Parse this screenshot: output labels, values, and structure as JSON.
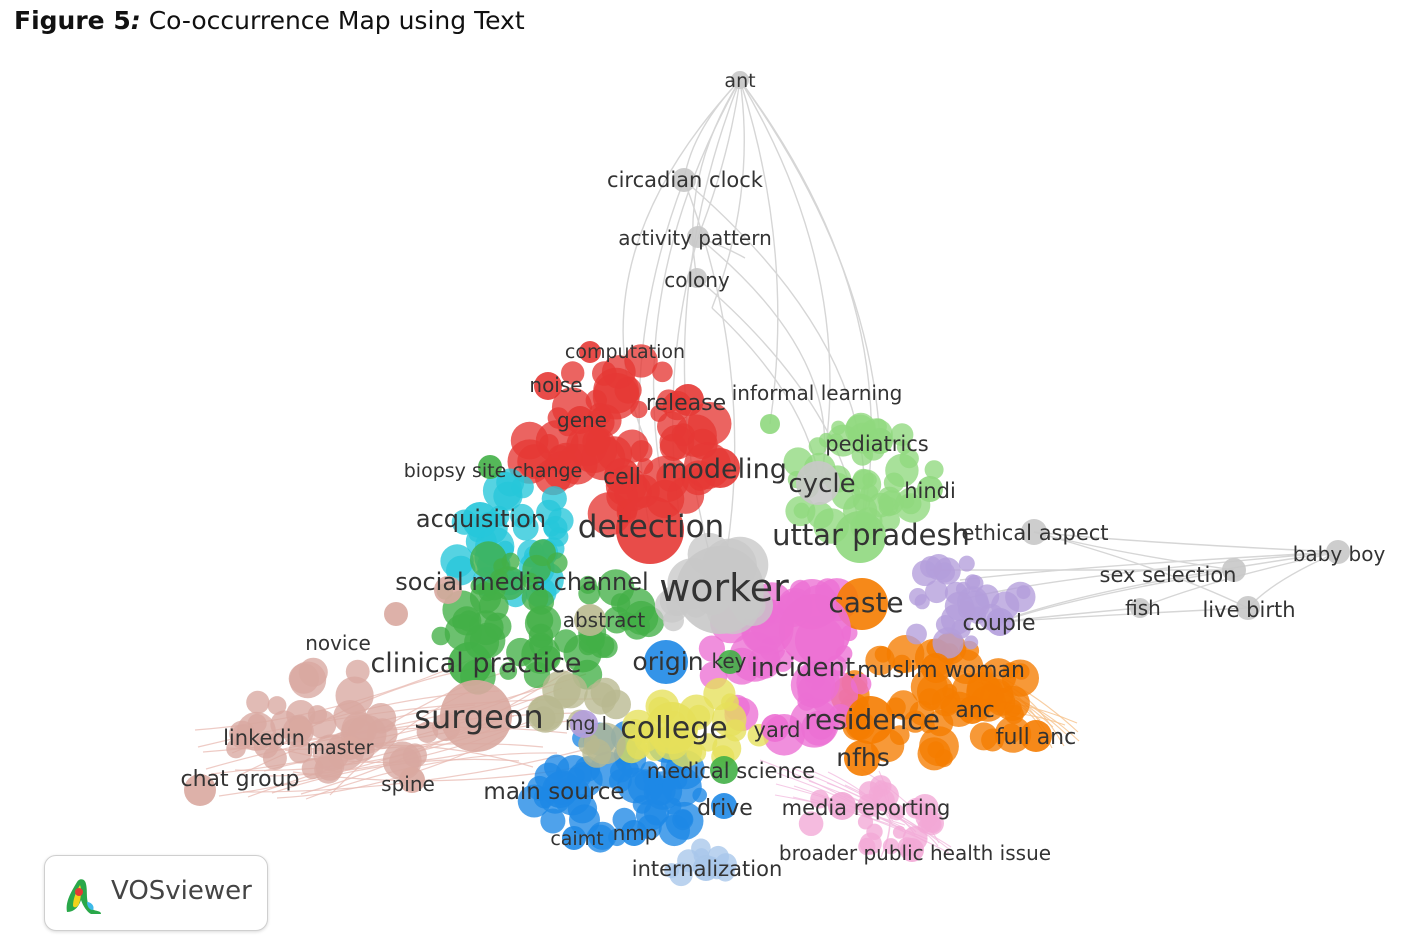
{
  "figure": {
    "label": "Figure 5",
    "separator": ":",
    "title": "Co-occurrence Map using Text"
  },
  "software_badge": {
    "name": "VOSviewer",
    "icon": "vosviewer-logo-icon"
  },
  "colors": {
    "red": "#e53935",
    "green": "#43b047",
    "light_green": "#8fd87e",
    "cyan": "#26c6da",
    "blue": "#1e88e5",
    "orange": "#f57c00",
    "pink": "#ec6fd3",
    "light_pink": "#f2a8d6",
    "purple": "#b39ddb",
    "yellow": "#e6e05a",
    "brown": "#d9a8a0",
    "gray": "#c8c8c8",
    "olive": "#b9b98f",
    "light_blue": "#a8c6ea"
  },
  "terms": [
    {
      "text": "ant",
      "cluster": "gray"
    },
    {
      "text": "circadian clock",
      "cluster": "gray"
    },
    {
      "text": "activity pattern",
      "cluster": "gray"
    },
    {
      "text": "colony",
      "cluster": "gray"
    },
    {
      "text": "computation",
      "cluster": "red"
    },
    {
      "text": "noise",
      "cluster": "red"
    },
    {
      "text": "gene",
      "cluster": "red"
    },
    {
      "text": "release",
      "cluster": "red"
    },
    {
      "text": "informal learning",
      "cluster": "light_green"
    },
    {
      "text": "pediatrics",
      "cluster": "light_green"
    },
    {
      "text": "biopsy site change",
      "cluster": "green"
    },
    {
      "text": "cell",
      "cluster": "red"
    },
    {
      "text": "modeling",
      "cluster": "red"
    },
    {
      "text": "cycle",
      "cluster": "gray"
    },
    {
      "text": "hindi",
      "cluster": "light_green"
    },
    {
      "text": "acquisition",
      "cluster": "cyan"
    },
    {
      "text": "detection",
      "cluster": "red"
    },
    {
      "text": "uttar pradesh",
      "cluster": "light_green"
    },
    {
      "text": "ethical aspect",
      "cluster": "gray"
    },
    {
      "text": "baby boy",
      "cluster": "gray"
    },
    {
      "text": "sex selection",
      "cluster": "gray"
    },
    {
      "text": "social media channel",
      "cluster": "brown"
    },
    {
      "text": "worker",
      "cluster": "gray"
    },
    {
      "text": "caste",
      "cluster": "orange"
    },
    {
      "text": "fish",
      "cluster": "gray"
    },
    {
      "text": "live birth",
      "cluster": "gray"
    },
    {
      "text": "abstract",
      "cluster": "olive"
    },
    {
      "text": "couple",
      "cluster": "purple"
    },
    {
      "text": "novice",
      "cluster": "brown"
    },
    {
      "text": "clinical practice",
      "cluster": "green"
    },
    {
      "text": "origin",
      "cluster": "blue"
    },
    {
      "text": "key",
      "cluster": "green"
    },
    {
      "text": "incident",
      "cluster": "pink"
    },
    {
      "text": "muslim woman",
      "cluster": "orange"
    },
    {
      "text": "surgeon",
      "cluster": "brown"
    },
    {
      "text": "mg l",
      "cluster": "purple"
    },
    {
      "text": "college",
      "cluster": "yellow"
    },
    {
      "text": "yard",
      "cluster": "pink"
    },
    {
      "text": "residence",
      "cluster": "orange"
    },
    {
      "text": "anc",
      "cluster": "orange"
    },
    {
      "text": "linkedin",
      "cluster": "brown"
    },
    {
      "text": "master",
      "cluster": "brown"
    },
    {
      "text": "full anc",
      "cluster": "orange"
    },
    {
      "text": "nfhs",
      "cluster": "orange"
    },
    {
      "text": "medical science",
      "cluster": "green"
    },
    {
      "text": "chat group",
      "cluster": "brown"
    },
    {
      "text": "spine",
      "cluster": "brown"
    },
    {
      "text": "main source",
      "cluster": "blue"
    },
    {
      "text": "drive",
      "cluster": "blue"
    },
    {
      "text": "media reporting",
      "cluster": "light_pink"
    },
    {
      "text": "caimt",
      "cluster": "blue"
    },
    {
      "text": "nmp",
      "cluster": "blue"
    },
    {
      "text": "broader public health issue",
      "cluster": "light_pink"
    },
    {
      "text": "internalization",
      "cluster": "light_blue"
    }
  ]
}
